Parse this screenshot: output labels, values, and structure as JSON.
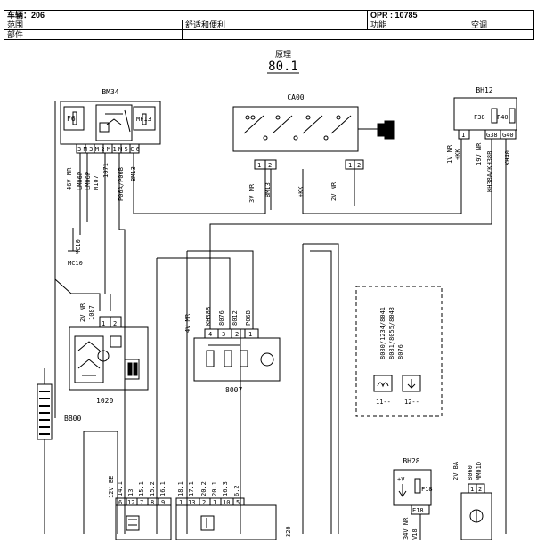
{
  "header": {
    "vehicle": "车辆：206",
    "opr": "OPR : 10785",
    "scope_label": "范围",
    "scope_value": "舒适和便利",
    "function_label": "功能",
    "function_value": "空调",
    "part_label": "部件"
  },
  "diagram": {
    "principle": "原理",
    "number": "80.1",
    "bm34": {
      "name": "BM34",
      "f6": "F6",
      "mf13": "MF13",
      "pins": "3M3M2M1M5C6",
      "wires": [
        "46V NR",
        "LM06P",
        "LM06P",
        "M107",
        "1071",
        "P06A/P06B",
        "BM13"
      ]
    },
    "ca00": {
      "name": "CA00",
      "conn1": "3V NR",
      "conn1_pins": [
        "1",
        "2"
      ],
      "wire1": "BM13",
      "wire2": "+KK",
      "conn2": "2V NR",
      "conn2_pins": [
        "1",
        "2"
      ]
    },
    "bh12": {
      "name": "BH12",
      "f38": "F38",
      "f40": "F40",
      "pin1": "1",
      "conn1": "1V NR",
      "wire1": "+KK",
      "conn2": "19V NR",
      "pins": [
        "G38",
        "G40"
      ],
      "wire2": "KH38A/KH38B",
      "wire3": "KH40"
    },
    "mc10": {
      "label_left": "MC10",
      "label_bottom": "MC10"
    },
    "relay1020": {
      "name": "1020",
      "conn": "2V NR",
      "wire": "1087",
      "pins": [
        "1",
        "2"
      ]
    },
    "bb00": {
      "name": "BB00"
    },
    "m8007": {
      "name": "8007",
      "conn": "4V MR",
      "wires": [
        "KH38B",
        "8076",
        "8012",
        "P06B"
      ],
      "pins": [
        "4",
        "3",
        "2",
        "1"
      ]
    },
    "options": {
      "line1": "8080/1234/8041",
      "line2": "8081/8055/8043",
      "line3": "8076",
      "label11": "11--",
      "label12": "12--"
    },
    "lower_left": {
      "conn": "12V BE",
      "wires": [
        "14.1",
        "13",
        "15.1",
        "15.2",
        "16.1"
      ],
      "pins": [
        "6",
        "12",
        "7",
        "8",
        "9"
      ]
    },
    "lower_mid": {
      "wires": [
        "18.1",
        "17.1",
        "20.2",
        "20.1",
        "16.3",
        "6.2"
      ],
      "pins": [
        "1",
        "13",
        "2",
        "1",
        "10",
        "5"
      ],
      "wire_label": "320"
    },
    "bh28": {
      "name": "BH28",
      "plus": "+V",
      "fuse": "F18",
      "pin": "E18",
      "conn": "34V NR",
      "wire": "V18"
    },
    "m8060": {
      "conn": "2V BA",
      "wire1": "8060",
      "wire2": "MM01D",
      "pins": [
        "1",
        "2"
      ]
    }
  }
}
